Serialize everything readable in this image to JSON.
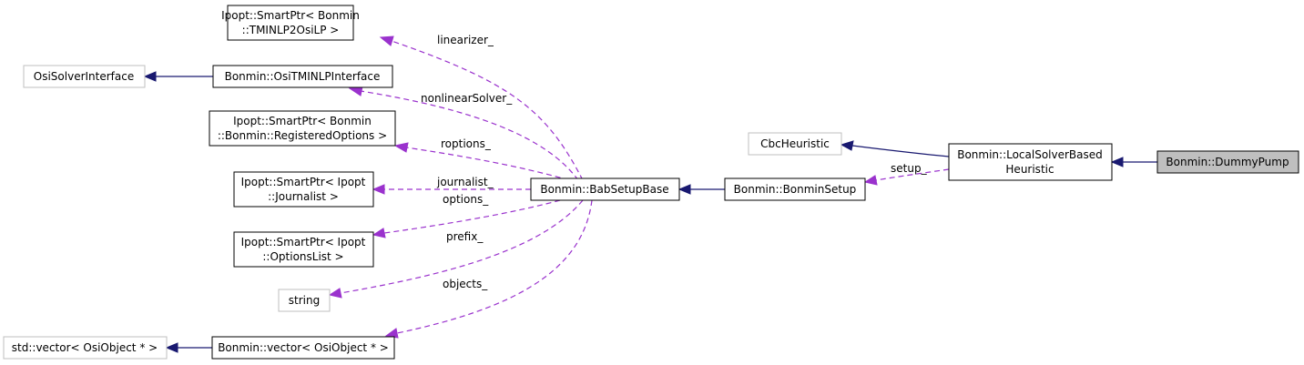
{
  "colors": {
    "inheritance": "#191970",
    "member": "#9a32cd",
    "focus_fill": "#bfbfbf",
    "external_border": "#bfbfbf"
  },
  "nodes": {
    "smartptr_tminlp": [
      "Ipopt::SmartPtr< Bonmin",
      "::TMINLP2OsiLP >"
    ],
    "osi_solver_interface": [
      "OsiSolverInterface"
    ],
    "osi_tminlp_interface": [
      "Bonmin::OsiTMINLPInterface"
    ],
    "smartptr_registered": [
      "Ipopt::SmartPtr< Bonmin",
      "::Bonmin::RegisteredOptions >"
    ],
    "smartptr_journalist": [
      "Ipopt::SmartPtr< Ipopt",
      "::Journalist >"
    ],
    "smartptr_options": [
      "Ipopt::SmartPtr< Ipopt",
      "::OptionsList >"
    ],
    "string": [
      "string"
    ],
    "std_vector": [
      "std::vector< OsiObject * >"
    ],
    "bonmin_vector": [
      "Bonmin::vector< OsiObject * >"
    ],
    "bab_setup_base": [
      "Bonmin::BabSetupBase"
    ],
    "bonmin_setup": [
      "Bonmin::BonminSetup"
    ],
    "cbc_heuristic": [
      "CbcHeuristic"
    ],
    "local_solver": [
      "Bonmin::LocalSolverBased",
      "Heuristic"
    ],
    "dummy_pump": [
      "Bonmin::DummyPump"
    ]
  },
  "edge_labels": {
    "linearizer": "linearizer_",
    "nonlinear_solver": "nonlinearSolver_",
    "roptions": "roptions_",
    "journalist": "journalist_",
    "options": "options_",
    "prefix": "prefix_",
    "objects": "objects_",
    "setup": "setup_"
  }
}
